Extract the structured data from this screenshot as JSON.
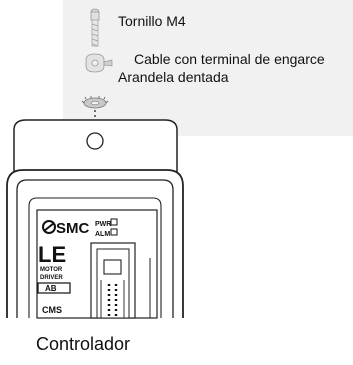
{
  "labels": {
    "screw": "Tornillo M4",
    "cable": "Cable con terminal de engarce",
    "washer": "Arandela dentada",
    "caption": "Controlador"
  },
  "device_text": {
    "brand": "SMC",
    "pwr": "PWR",
    "alm": "ALM",
    "model": "LE",
    "line1": "MOTOR",
    "line2": "DRIVER",
    "type_badge": "AB",
    "series": "CMS"
  },
  "colors": {
    "background_panel": "#f1f1f1",
    "outline": "#222222",
    "text": "#111111"
  }
}
